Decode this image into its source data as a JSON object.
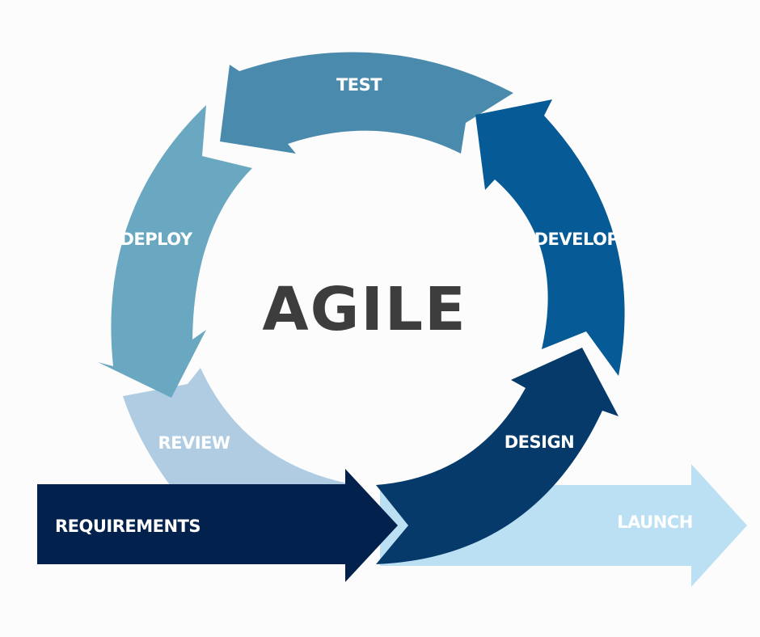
{
  "diagram": {
    "title": "AGILE",
    "background": "#fcfcfc",
    "cycle_stages": [
      {
        "id": "test",
        "label": "TEST",
        "color": "#4a8aad"
      },
      {
        "id": "develop",
        "label": "DEVELOP",
        "color": "#065a96"
      },
      {
        "id": "design",
        "label": "DESIGN",
        "color": "#053a6a"
      },
      {
        "id": "review",
        "label": "REVIEW",
        "color": "#b0cce2"
      },
      {
        "id": "deploy",
        "label": "DEPLOY",
        "color": "#6aa7c0"
      }
    ],
    "linear_arrows": [
      {
        "id": "requirements",
        "label": "REQUIREMENTS",
        "color": "#03214d"
      },
      {
        "id": "launch",
        "label": "LAUNCH",
        "color": "#bce0f3"
      }
    ],
    "title_color": "#3d3d3d"
  }
}
